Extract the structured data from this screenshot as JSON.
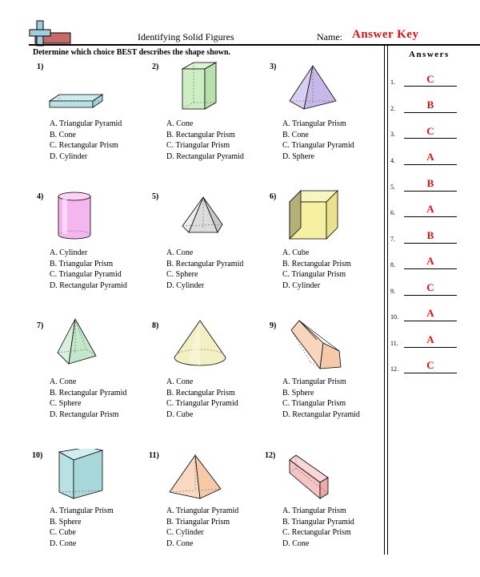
{
  "header": {
    "title": "Identifying Solid Figures",
    "name_label": "Name:",
    "answer_key": "Answer Key"
  },
  "instructions": "Determine which choice BEST describes the shape shown.",
  "answers_title": "Answers",
  "questions": [
    {
      "num": "1)",
      "options": [
        "A. Triangular Pyramid",
        "B. Cone",
        "C. Rectangular Prism",
        "D. Cylinder"
      ]
    },
    {
      "num": "2)",
      "options": [
        "A. Cone",
        "B. Rectangular Prism",
        "C. Triangular Prism",
        "D. Rectangular Pyramid"
      ]
    },
    {
      "num": "3)",
      "options": [
        "A. Triangular Prism",
        "B. Cone",
        "C. Triangular Pyramid",
        "D. Sphere"
      ]
    },
    {
      "num": "4)",
      "options": [
        "A. Cylinder",
        "B. Triangular Prism",
        "C. Triangular Pyramid",
        "D. Rectangular Pyramid"
      ]
    },
    {
      "num": "5)",
      "options": [
        "A. Cone",
        "B. Rectangular Pyramid",
        "C. Sphere",
        "D. Cylinder"
      ]
    },
    {
      "num": "6)",
      "options": [
        "A. Cube",
        "B. Rectangular Prism",
        "C. Triangular Prism",
        "D. Cylinder"
      ]
    },
    {
      "num": "7)",
      "options": [
        "A. Cone",
        "B. Rectangular Pyramid",
        "C. Sphere",
        "D. Rectangular Prism"
      ]
    },
    {
      "num": "8)",
      "options": [
        "A. Cone",
        "B. Rectangular Prism",
        "C. Triangular Pyramid",
        "D. Cube"
      ]
    },
    {
      "num": "9)",
      "options": [
        "A. Triangular Prism",
        "B. Sphere",
        "C. Triangular Prism",
        "D. Rectangular Pyramid"
      ]
    },
    {
      "num": "10)",
      "options": [
        "A. Triangular Prism",
        "B. Sphere",
        "C. Cube",
        "D. Cone"
      ]
    },
    {
      "num": "11)",
      "options": [
        "A. Triangular Pyramid",
        "B. Triangular Prism",
        "C. Cylinder",
        "D. Cone"
      ]
    },
    {
      "num": "12)",
      "options": [
        "A. Triangular Prism",
        "B. Triangular Pyramid",
        "C. Rectangular Prism",
        "D. Cone"
      ]
    }
  ],
  "answers": [
    {
      "num": "1.",
      "letter": "C"
    },
    {
      "num": "2.",
      "letter": "B"
    },
    {
      "num": "3.",
      "letter": "C"
    },
    {
      "num": "4.",
      "letter": "A"
    },
    {
      "num": "5.",
      "letter": "B"
    },
    {
      "num": "6.",
      "letter": "A"
    },
    {
      "num": "7.",
      "letter": "B"
    },
    {
      "num": "8.",
      "letter": "A"
    },
    {
      "num": "9.",
      "letter": "C"
    },
    {
      "num": "10.",
      "letter": "A"
    },
    {
      "num": "11.",
      "letter": "A"
    },
    {
      "num": "12.",
      "letter": "C"
    }
  ],
  "shape_icons": [
    "rectangular-prism-flat-icon",
    "rectangular-prism-tall-icon",
    "triangular-pyramid-icon",
    "cylinder-icon",
    "rectangular-pyramid-icon",
    "cube-icon",
    "rectangular-pyramid-icon",
    "cone-icon",
    "triangular-prism-icon",
    "triangular-prism-icon",
    "triangular-pyramid-icon",
    "rectangular-prism-long-icon"
  ],
  "colors": {
    "answer_red": "#e01010",
    "teal": "#b9e1e3",
    "green": "#cdeec3",
    "lavender": "#d9cff0",
    "pink": "#f5b6f0",
    "grey": "#dcdcdc",
    "yellow": "#f6f1a2",
    "cone_yellow": "#f3f0c4",
    "peach": "#f6c9a8",
    "rose": "#f7c4c4"
  }
}
